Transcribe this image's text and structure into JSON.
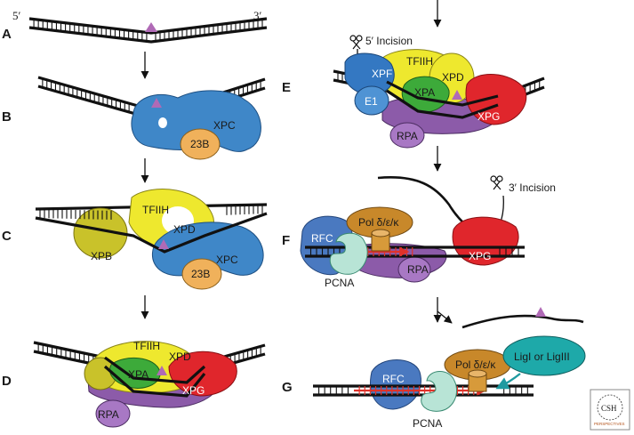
{
  "panels": {
    "A": "A",
    "B": "B",
    "C": "C",
    "D": "D",
    "E": "E",
    "F": "F",
    "G": "G"
  },
  "ends": {
    "five_prime": "5′",
    "three_prime": "3′"
  },
  "proteins": {
    "xpc": "XPC",
    "rad23b": "23B",
    "tfiih": "TFIIH",
    "xpb": "XPB",
    "xpd": "XPD",
    "xpa": "XPA",
    "rpa": "RPA",
    "xpg": "XPG",
    "xpf": "XPF",
    "ercc1": "E1",
    "rfc": "RFC",
    "pol": "Pol δ/ε/κ",
    "pcna": "PCNA",
    "ligase": "LigI or LigIII"
  },
  "notes": {
    "incision_5": "5′ Incision",
    "incision_3": "3′ Incision"
  },
  "logo": {
    "line1": "CSH",
    "line2": "PERSPECTIVES"
  },
  "colors": {
    "xpc_blue": "#3f87c8",
    "rad23b_orange": "#f0b15b",
    "tfiih_yellow": "#eee82e",
    "xpb_olive": "#c9c22a",
    "xpa_green": "#3daa3a",
    "rpa_purple": "#8c5ba9",
    "xpg_red": "#e0262c",
    "xpf_blue": "#3478c2",
    "rfc_blue": "#4a79c0",
    "pol_brown": "#c8882a",
    "pcna_mint": "#b8e4d6",
    "ligase_teal": "#1ea9a9",
    "lesion_purple": "#b06ab6",
    "new_dna_red": "#e0322a"
  }
}
